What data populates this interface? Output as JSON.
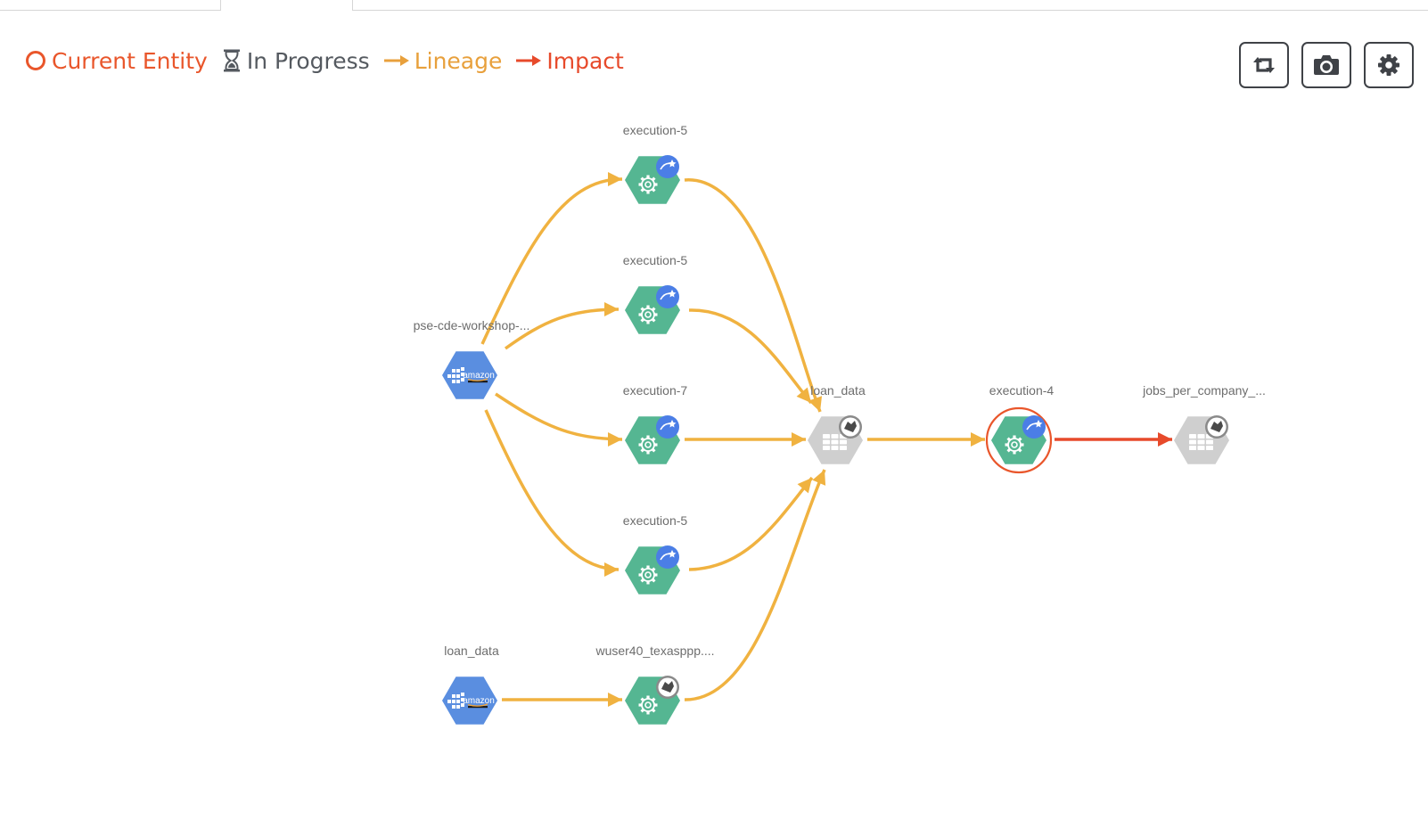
{
  "legend": {
    "current_entity": "Current Entity",
    "in_progress": "In Progress",
    "lineage": "Lineage",
    "impact": "Impact"
  },
  "toolbar": {
    "buttons": [
      {
        "name": "refresh-button",
        "icon": "retweet-icon"
      },
      {
        "name": "screenshot-button",
        "icon": "camera-icon"
      },
      {
        "name": "settings-button",
        "icon": "gear-icon"
      }
    ]
  },
  "colors": {
    "current": "#e9562b",
    "in_progress": "#555a60",
    "lineage": "#f0b240",
    "impact": "#e74a2b",
    "aws_node": "#5a8ee0",
    "process_node": "#55b692",
    "table_node": "#cfcfcf",
    "badge": "#4b7ee6"
  },
  "graph": {
    "nodes": [
      {
        "id": "aws1",
        "label": "pse-cde-workshop-...",
        "kind": "aws"
      },
      {
        "id": "aws2",
        "label": "loan_data",
        "kind": "aws"
      },
      {
        "id": "e5a",
        "label": "execution-5",
        "kind": "process",
        "badge": "spark"
      },
      {
        "id": "e5b",
        "label": "execution-5",
        "kind": "process",
        "badge": "spark"
      },
      {
        "id": "e7",
        "label": "execution-7",
        "kind": "process",
        "badge": "spark"
      },
      {
        "id": "e5c",
        "label": "execution-5",
        "kind": "process",
        "badge": "spark"
      },
      {
        "id": "wu",
        "label": "wuser40_texasppp....",
        "kind": "process",
        "badge": "hive"
      },
      {
        "id": "loan",
        "label": "loan_data",
        "kind": "table",
        "badge": "hive"
      },
      {
        "id": "e4",
        "label": "execution-4",
        "kind": "process",
        "badge": "spark",
        "current": true
      },
      {
        "id": "jobs",
        "label": "jobs_per_company_...",
        "kind": "table",
        "badge": "hive"
      }
    ],
    "edges": [
      {
        "from": "aws1",
        "to": "e5a",
        "type": "lineage"
      },
      {
        "from": "aws1",
        "to": "e5b",
        "type": "lineage"
      },
      {
        "from": "aws1",
        "to": "e7",
        "type": "lineage"
      },
      {
        "from": "aws1",
        "to": "e5c",
        "type": "lineage"
      },
      {
        "from": "aws2",
        "to": "wu",
        "type": "lineage"
      },
      {
        "from": "e5a",
        "to": "loan",
        "type": "lineage"
      },
      {
        "from": "e5b",
        "to": "loan",
        "type": "lineage"
      },
      {
        "from": "e7",
        "to": "loan",
        "type": "lineage"
      },
      {
        "from": "e5c",
        "to": "loan",
        "type": "lineage"
      },
      {
        "from": "wu",
        "to": "loan",
        "type": "lineage"
      },
      {
        "from": "loan",
        "to": "e4",
        "type": "lineage"
      },
      {
        "from": "e4",
        "to": "jobs",
        "type": "impact"
      }
    ]
  }
}
